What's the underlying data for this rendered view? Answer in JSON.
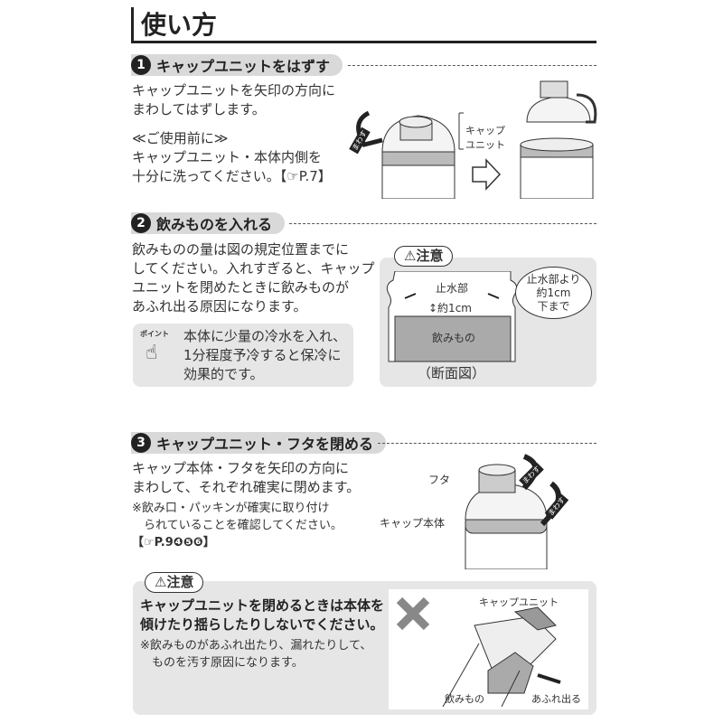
{
  "title": "使い方",
  "step1": {
    "number": "1",
    "heading": "キャップユニットをはずす",
    "lines": [
      "キャップユニットを矢印の方向に",
      "まわしてはずします。"
    ],
    "note_title": "≪ご使用前に≫",
    "note_lines": [
      "キャップユニット・本体内側を",
      "十分に洗ってください。【☞P.7】"
    ],
    "illus_label_1": "キャップ",
    "illus_label_2": "ユニット",
    "arrow_text": "まわす"
  },
  "step2": {
    "number": "2",
    "heading": "飲みものを入れる",
    "lines": [
      "飲みものの量は図の規定位置までに",
      "してください。入れすぎると、キャップ",
      "ユニットを閉めたときに飲みものが",
      "あふれ出る原因になります。"
    ],
    "point_label": "ポイント",
    "point_lines": [
      "本体に少量の冷水を入れ、",
      "1分程度予冷すると保冷に",
      "効果的です。"
    ],
    "caution": {
      "label": "⚠注意",
      "stop_label": "止水部",
      "gap_label": "↕約1cm",
      "drink_label": "飲みもの",
      "callout_lines": [
        "止水部より",
        "約1cm",
        "下まで"
      ],
      "caption": "（断面図）"
    }
  },
  "step3": {
    "number": "3",
    "heading": "キャップユニット・フタを閉める",
    "lines": [
      "キャップ本体・フタを矢印の方向に",
      "まわして、それぞれ確実に閉めます。"
    ],
    "note_lines": [
      "※飲み口・パッキンが確実に取り付け",
      "　られていることを確認してください。",
      "【☞P.9❹❺❻】"
    ],
    "lid_label": "フタ",
    "body_label": "キャップ本体",
    "arrow_text": "まわす"
  },
  "caution": {
    "label": "⚠注意",
    "bold_lines": [
      "キャップユニットを閉めるときは本体を",
      "傾けたり揺らしたりしないでください。"
    ],
    "note_lines": [
      "※飲みものがあふれ出たり、漏れたりして、",
      "　ものを汚す原因になります。"
    ],
    "illus_cap_label": "キャップユニット",
    "illus_drink_label": "飲みもの",
    "illus_overflow_label": "あふれ出る"
  }
}
